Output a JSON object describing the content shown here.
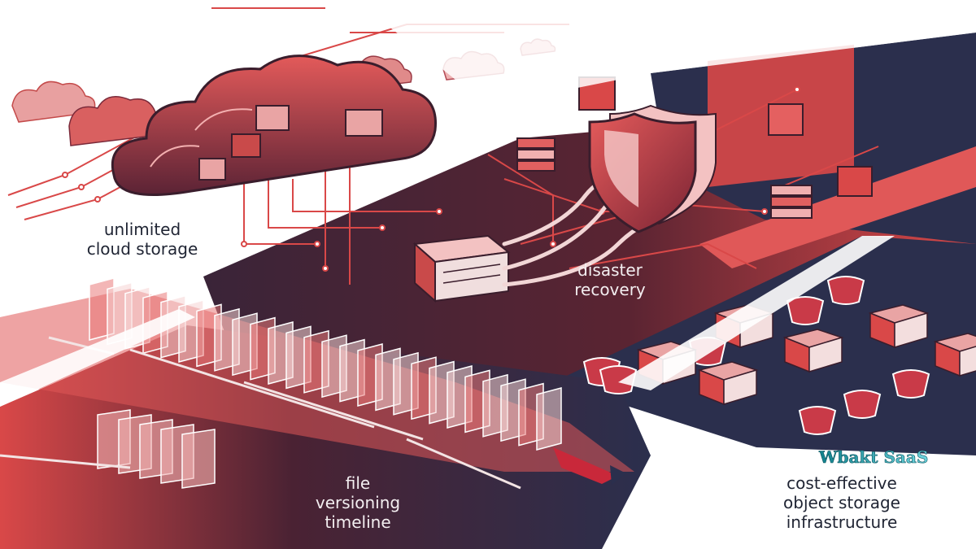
{
  "labels": {
    "cloud": [
      "unlimited",
      "cloud storage"
    ],
    "disaster": [
      "disaster",
      "recovery"
    ],
    "versioning": [
      "file",
      "versioning",
      "timeline"
    ],
    "object": [
      "cost-effective",
      "object storage",
      "infrastructure"
    ]
  },
  "watermark": {
    "text": "Wbakt SaaS"
  },
  "colors": {
    "red": "#d94848",
    "red_light": "#f0a3a3",
    "navy": "#2b2f4d",
    "maroon": "#4a2233",
    "panel": "#f3eef0"
  }
}
